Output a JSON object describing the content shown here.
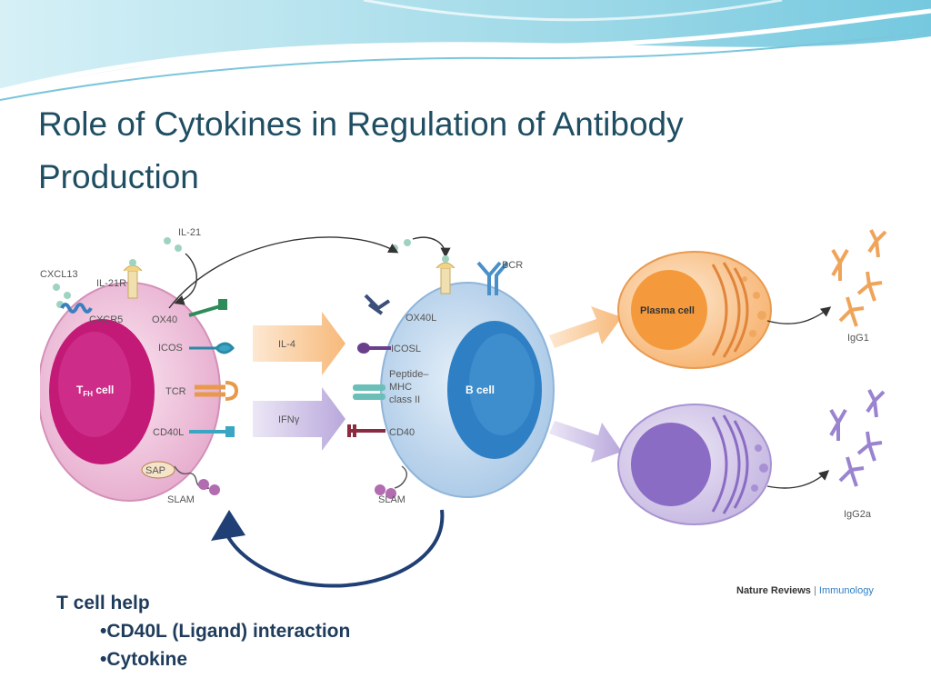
{
  "slide": {
    "title_line1": "Role of Cytokines in Regulation of Antibody",
    "title_line2": "Production"
  },
  "diagram": {
    "tfh": {
      "main": "T",
      "sub": "FH",
      "rest": " cell",
      "labels": {
        "cxcl13": "CXCL13",
        "il21r": "IL-21R",
        "cxcr5": "CXCR5",
        "ox40": "OX40",
        "icos": "ICOS",
        "tcr": "TCR",
        "cd40l": "CD40L",
        "sap": "SAP",
        "slam": "SLAM"
      }
    },
    "il21": "IL-21",
    "cytokine_il4": "IL-4",
    "cytokine_ifng": "IFNγ",
    "bcell": {
      "label": "B cell",
      "labels": {
        "bcr": "BCR",
        "ox40l": "OX40L",
        "icosl": "ICOSL",
        "mhc_line1": "Peptide–",
        "mhc_line2": "MHC",
        "mhc_line3": "class II",
        "cd40": "CD40",
        "slam": "SLAM"
      }
    },
    "plasma_cell": "Plasma cell",
    "igg1": "IgG1",
    "igg2a": "IgG2a",
    "credit_journal": "Nature Reviews",
    "credit_sep": " | ",
    "credit_section": "Immunology",
    "colors": {
      "tfh_membrane": "#e9b8d4",
      "tfh_nucleus": "#c21a76",
      "b_membrane": "#b4d0ea",
      "b_nucleus": "#2f7fc4",
      "plasma": "#f4a65a",
      "purple_cell": "#9a7dc9"
    }
  },
  "notes": {
    "heading": "T cell help",
    "bullet1": "•CD40L (Ligand) interaction",
    "bullet2": "•Cytokine"
  }
}
